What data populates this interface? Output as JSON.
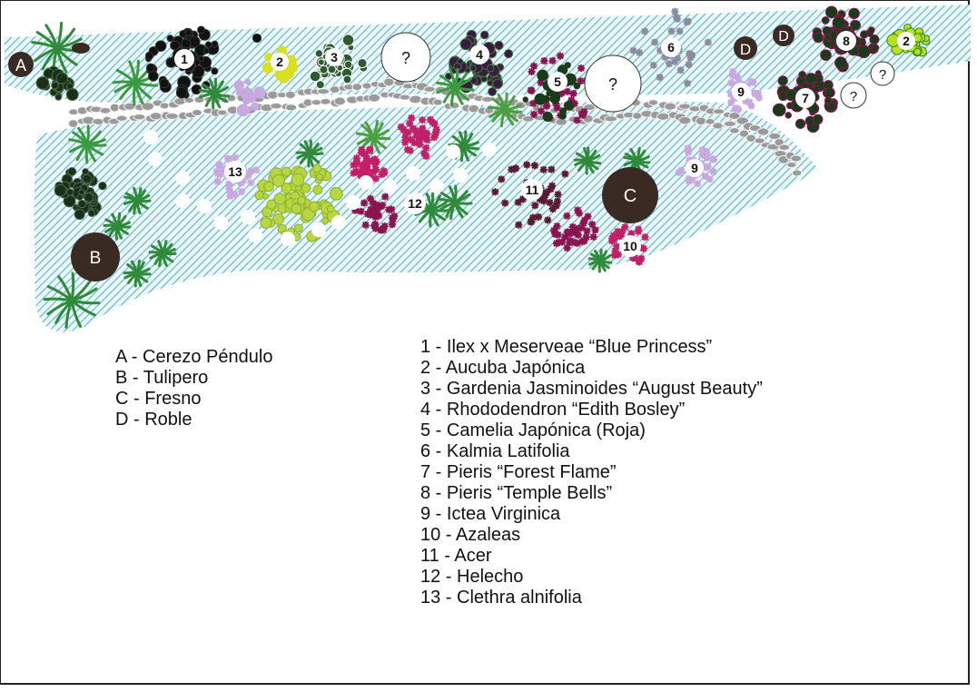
{
  "diagram": {
    "tree_legend": [
      {
        "key": "A",
        "label": "A - Cerezo Péndulo"
      },
      {
        "key": "B",
        "label": "B - Tulipero"
      },
      {
        "key": "C",
        "label": "C - Fresno"
      },
      {
        "key": "D",
        "label": "D - Roble"
      }
    ],
    "plant_legend": [
      {
        "number": "1",
        "label": "1 - Ilex x Meserveae “Blue Princess”"
      },
      {
        "number": "2",
        "label": "2 - Aucuba Japónica"
      },
      {
        "number": "3",
        "label": "3 - Gardenia Jasminoides “August Beauty”"
      },
      {
        "number": "4",
        "label": "4 - Rhododendron “Edith Bosley”"
      },
      {
        "number": "5",
        "label": "5 - Camelia Japónica (Roja)"
      },
      {
        "number": "6",
        "label": "6 - Kalmia Latifolia"
      },
      {
        "number": "7",
        "label": "7 - Pieris “Forest Flame”"
      },
      {
        "number": "8",
        "label": "8 - Pieris “Temple Bells”"
      },
      {
        "number": "9",
        "label": "9 - Ictea Virginica"
      },
      {
        "number": "10",
        "label": "10 - Azaleas"
      },
      {
        "number": "11",
        "label": "11 - Acer"
      },
      {
        "number": "12",
        "label": "12 - Helecho"
      },
      {
        "number": "13",
        "label": "13 - Clethra alnifolia"
      }
    ],
    "markers": {
      "tree_a": "A",
      "tree_b": "B",
      "tree_c": "C",
      "tree_d1": "D",
      "tree_d2": "D",
      "plant_1": "1",
      "plant_2a": "2",
      "plant_2b": "2",
      "plant_3": "3",
      "plant_4": "4",
      "plant_5": "5",
      "plant_6": "6",
      "plant_7": "7",
      "plant_8": "8",
      "plant_9a": "9",
      "plant_9b": "9",
      "plant_10": "10",
      "plant_11": "11",
      "plant_12": "12",
      "plant_13": "13",
      "unknown": "?"
    },
    "colors": {
      "bed_hatch": "#5fb4c6",
      "bed_background": "#d8eef2",
      "path_stone": "#9a9a9a",
      "tree_fill": "#3a2a24",
      "fern_green": "#2f8a3a",
      "magenta_shrub": "#c21f6a",
      "purple_shrub": "#8a1450",
      "lilac": "#c8a8e0",
      "yellow_green": "#b8d640",
      "dark_shrub": "#1a2e1a",
      "kalmia_grey": "#8a8aa0"
    }
  }
}
